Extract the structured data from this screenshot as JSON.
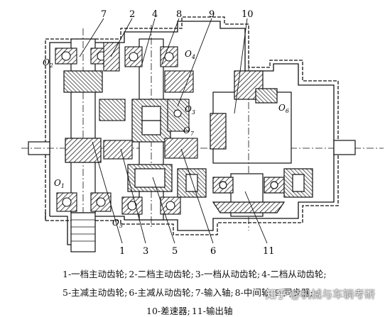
{
  "callouts": [
    {
      "id": "7",
      "label": "7"
    },
    {
      "id": "2",
      "label": "2"
    },
    {
      "id": "4",
      "label": "4"
    },
    {
      "id": "8",
      "label": "8"
    },
    {
      "id": "9",
      "label": "9"
    },
    {
      "id": "10",
      "label": "10"
    },
    {
      "id": "1",
      "label": "1"
    },
    {
      "id": "3",
      "label": "3"
    },
    {
      "id": "5",
      "label": "5"
    },
    {
      "id": "6",
      "label": "6"
    },
    {
      "id": "11",
      "label": "11"
    }
  ],
  "bearings": [
    {
      "id": "O2",
      "main": "O",
      "sub": "2"
    },
    {
      "id": "O4",
      "main": "O",
      "sub": "4"
    },
    {
      "id": "O3",
      "main": "O",
      "sub": "3"
    },
    {
      "id": "O6",
      "main": "O",
      "sub": "6"
    },
    {
      "id": "O7",
      "main": "O",
      "sub": "7"
    },
    {
      "id": "O1",
      "main": "O",
      "sub": "1"
    },
    {
      "id": "O5",
      "main": "O",
      "sub": "5"
    }
  ],
  "legend": {
    "line1": [
      "1-一档主动齿轮;",
      "2-二档主动齿轮;",
      "3-一档从动齿轮;",
      "4-二档从动齿轮;"
    ],
    "line2": [
      "5-主减主动齿轮;",
      "6-主减从动齿轮;",
      "7-输入轴;",
      "8-中间轴;",
      "9-同步器;"
    ],
    "line3": [
      "10-差速器;",
      "11-输出轴"
    ]
  },
  "watermark": {
    "platform": "知乎",
    "handle": "@机械与车辆考研"
  }
}
